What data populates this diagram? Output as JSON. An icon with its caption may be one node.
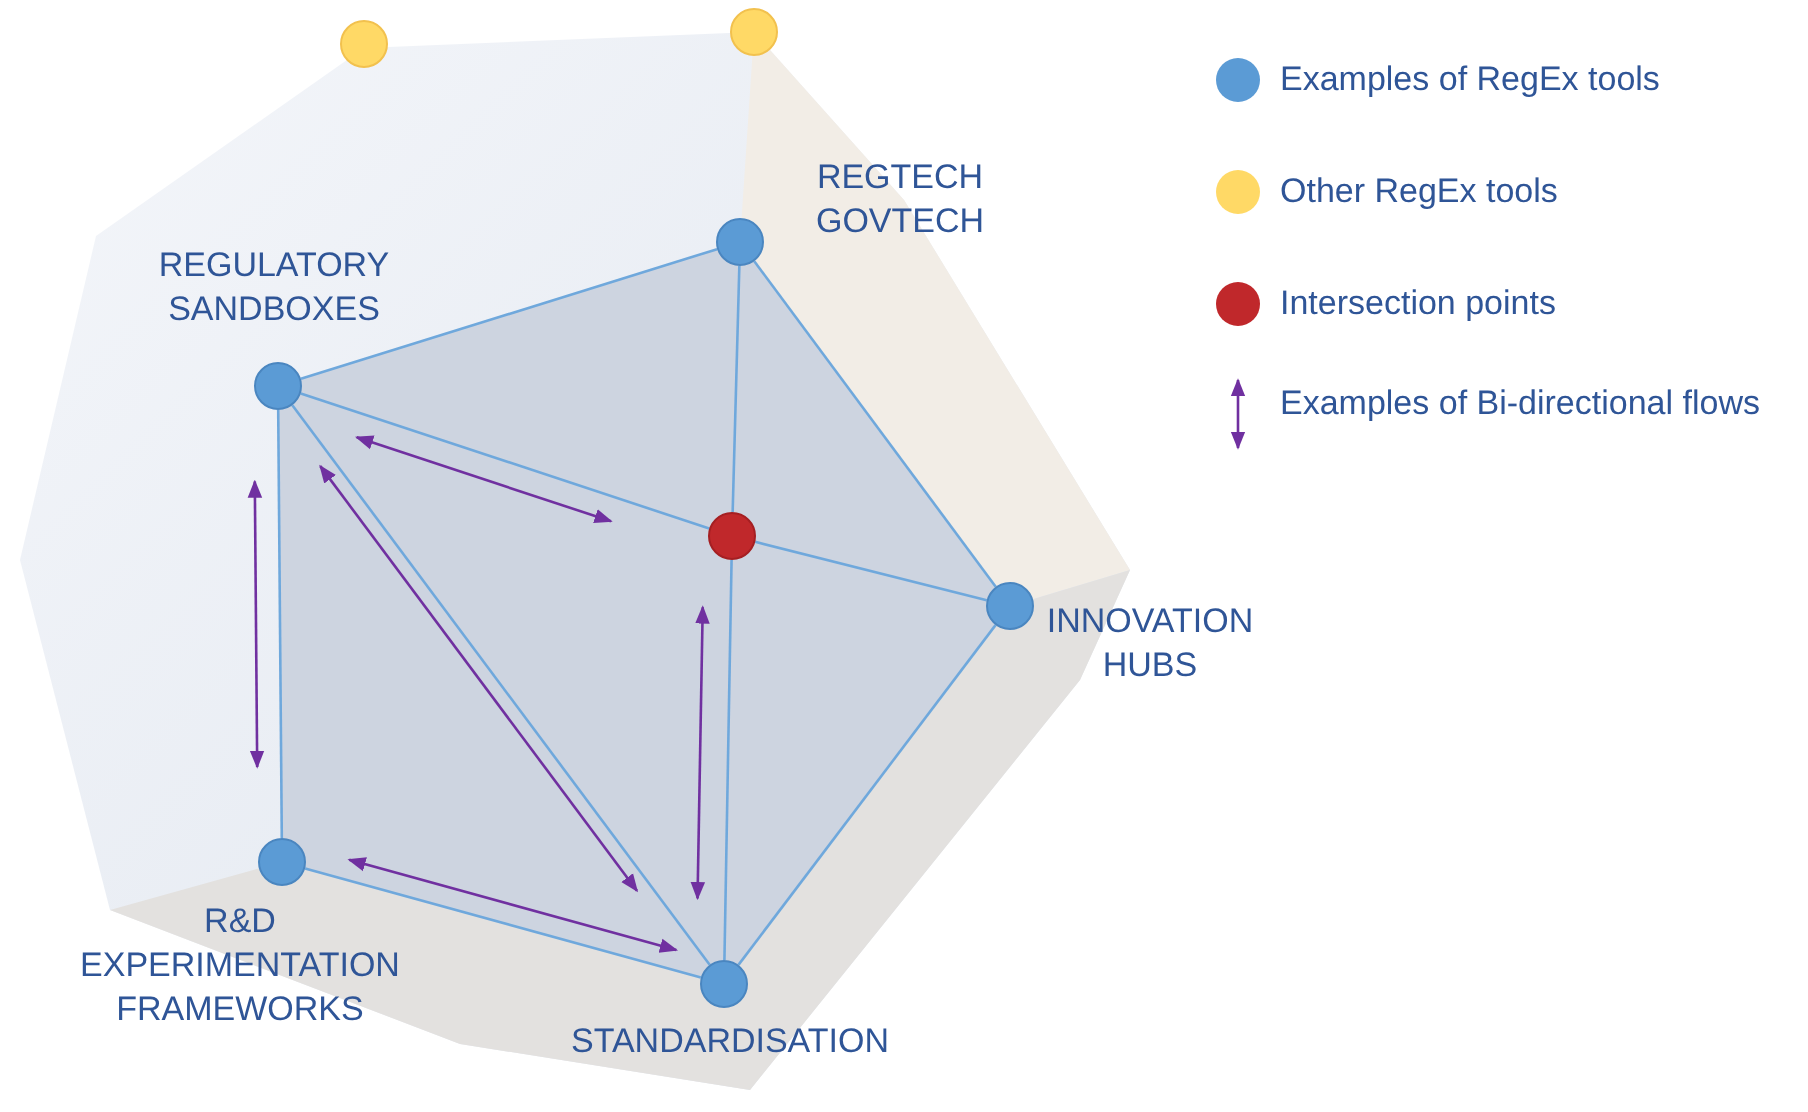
{
  "diagram": {
    "nodes": [
      {
        "text": [],
        "shape": "circle"
      },
      {
        "text": [],
        "shape": "circle"
      },
      {
        "text": [],
        "shape": "circle",
        "beside": [
          "REGTECH GOVTECH"
        ]
      },
      {
        "text": [],
        "shape": "circle",
        "beside": [
          "REGULATORY SANDBOXES"
        ]
      },
      {
        "text": [],
        "shape": "circle"
      },
      {
        "text": [],
        "shape": "circle",
        "beside": [
          "INNOVATION HUBS"
        ]
      },
      {
        "text": [],
        "shape": "circle",
        "beside": [
          "R&D EXPERIMENTATION FRAMEWORKS"
        ]
      },
      {
        "text": [],
        "shape": "circle",
        "beside": [
          "STANDARDISATION"
        ]
      }
    ],
    "edges": [
      {
        "from": 3,
        "to": 2,
        "arrow": "none"
      },
      {
        "from": 2,
        "to": 4,
        "arrow": "none"
      },
      {
        "from": 4,
        "to": 7,
        "arrow": "none"
      },
      {
        "from": 3,
        "to": 4,
        "arrow": "none"
      },
      {
        "from": 4,
        "to": 5,
        "arrow": "none"
      },
      {
        "from": 2,
        "to": 5,
        "arrow": "none"
      },
      {
        "from": 5,
        "to": 7,
        "arrow": "none"
      },
      {
        "from": 7,
        "to": 6,
        "arrow": "none"
      },
      {
        "from": 6,
        "to": 3,
        "arrow": "none"
      },
      {
        "from": 3,
        "to": 7,
        "arrow": "none"
      },
      {
        "from": 3,
        "to": 6,
        "arrow": "both",
        "color": "#7030a0"
      },
      {
        "from": 3,
        "to": 4,
        "arrow": "both",
        "color": "#7030a0"
      },
      {
        "from": 3,
        "to": 7,
        "arrow": "both",
        "color": "#7030a0"
      },
      {
        "from": 6,
        "to": 7,
        "arrow": "both",
        "color": "#7030a0"
      },
      {
        "from": 4,
        "to": 7,
        "arrow": "both",
        "color": "#7030a0"
      }
    ],
    "legend": [
      {
        "text": "Examples of RegEx tools",
        "color": "#5b9bd5"
      },
      {
        "text": "Other RegEx tools",
        "color": "#ffd966"
      },
      {
        "text": "Intersection points",
        "color": "#c0282b"
      },
      {
        "text": "Examples of Bi-directional flows"
      }
    ]
  }
}
